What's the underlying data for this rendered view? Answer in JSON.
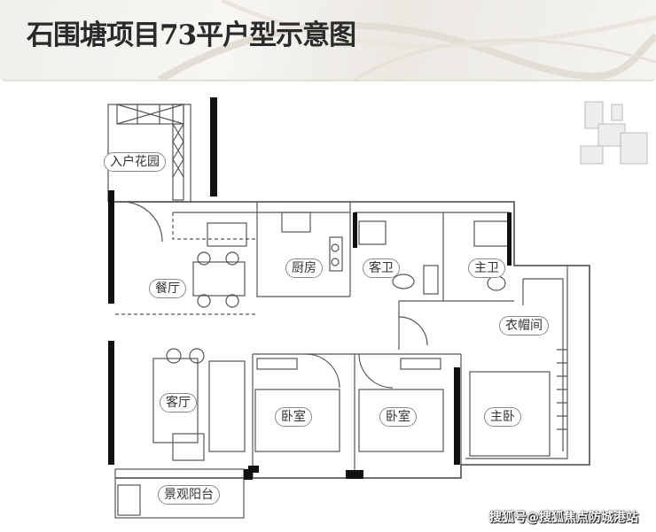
{
  "header": {
    "title": "石围塘项目73平户型示意图"
  },
  "rooms": {
    "entry_garden": "入户花园",
    "dining": "餐厅",
    "kitchen": "厨房",
    "guest_bath": "客卫",
    "master_bath": "主卫",
    "cloakroom": "衣帽间",
    "living": "客厅",
    "bedroom1": "卧室",
    "bedroom2": "卧室",
    "master_bedroom": "主卧",
    "balcony": "景观阳台"
  },
  "watermark": "搜狐号@搜狐焦点防城港站"
}
